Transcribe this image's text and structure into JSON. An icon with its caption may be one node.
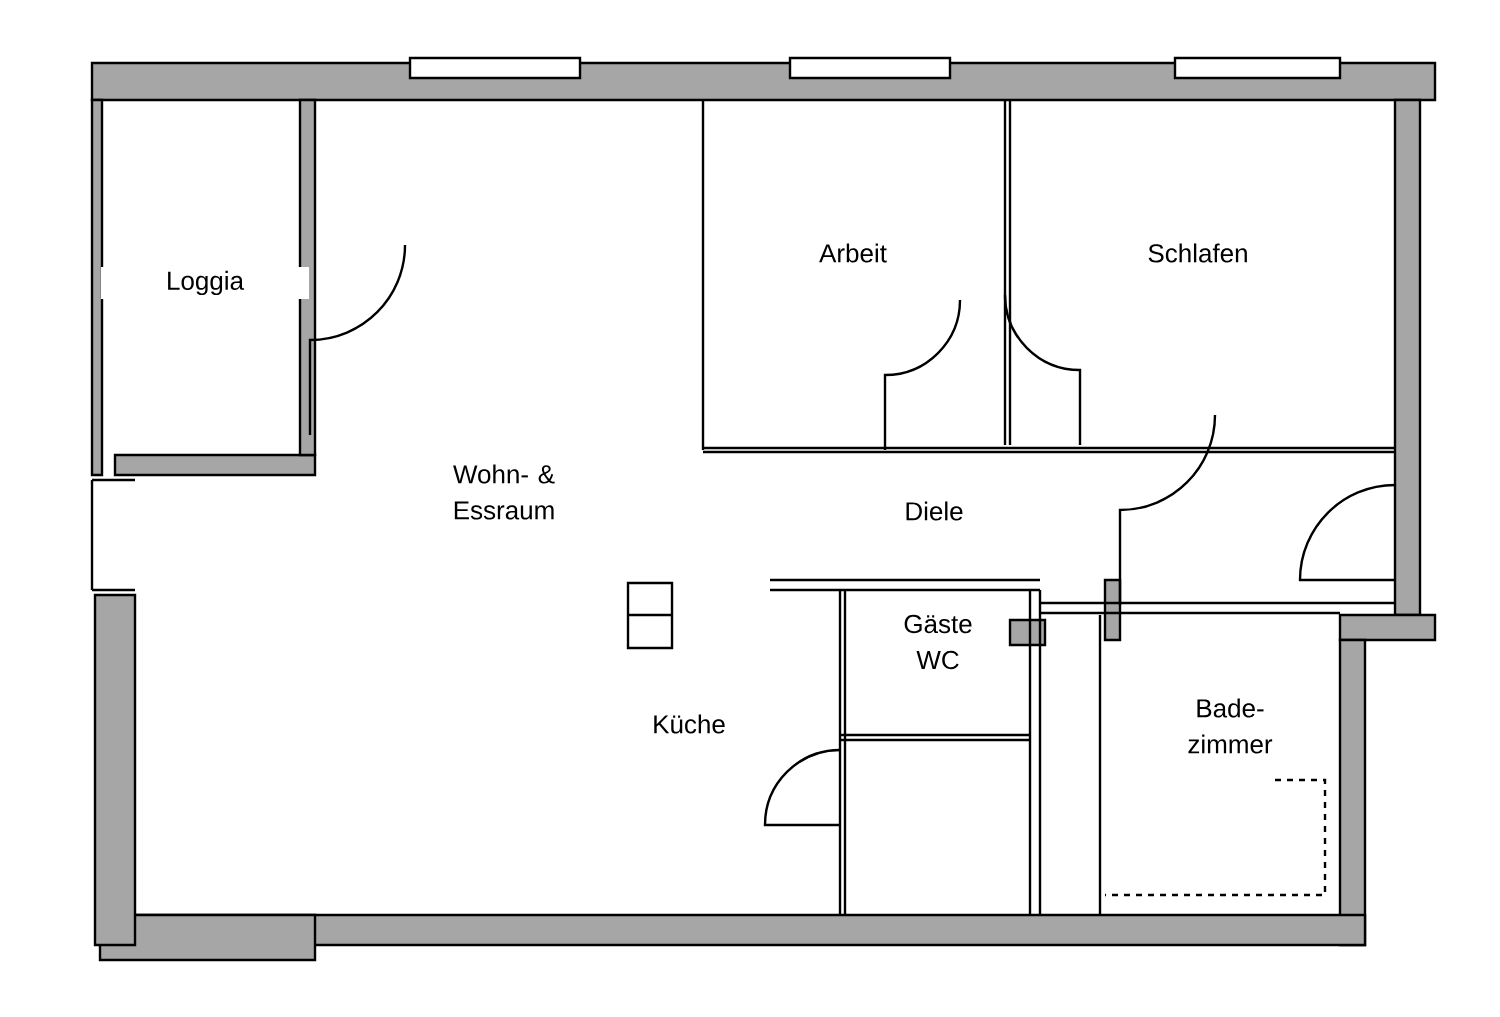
{
  "diagram": {
    "labels": [
      "Arbeit",
      "Schlafen",
      "Loggia",
      "Wohn- & Essraum",
      "Diele",
      "Gäste WC",
      "Küche",
      "Bade- zimmer"
    ]
  }
}
